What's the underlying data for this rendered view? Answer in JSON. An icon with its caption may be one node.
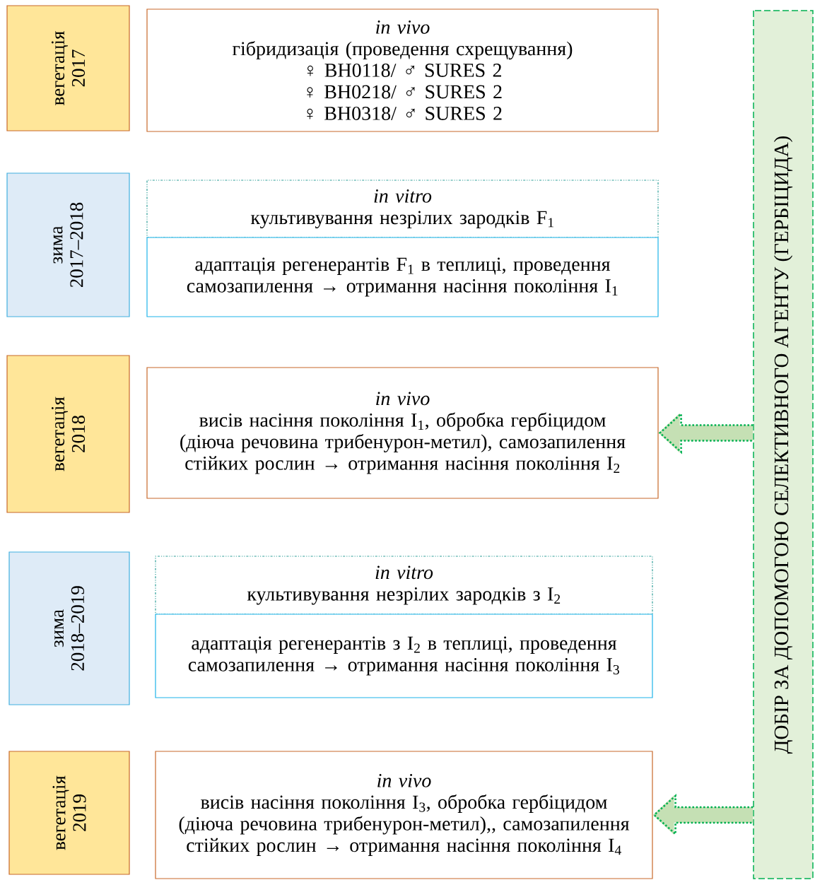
{
  "diagram": {
    "nodes": [
      {
        "text": [
          "вегетація 2017"
        ]
      },
      {
        "text": [
          "in vivo",
          "гібридизація (проведення схрещування)",
          "♀ BH0118/ ♂ SURES 2",
          "♀ BH0218/ ♂ SURES 2",
          "♀ BH0318/ ♂ SURES 2"
        ]
      },
      {
        "text": [
          "зима 2017–2018"
        ]
      },
      {
        "text": [
          "in vitro",
          "культивування незрілих зародків  F$_{1}$"
        ]
      },
      {
        "text": [
          "адаптація регенерантів F$_{1}$ в теплиці, проведення самозапилення → отримання насіння покоління I$_{1}$"
        ]
      },
      {
        "text": [
          "вегетація 2018"
        ]
      },
      {
        "text": [
          "in vivo",
          "висів насіння покоління I$_{1}$, обробка гербіцидом (діюча речовина трибенурон-метил), самозапилення стійких рослин → отримання насіння покоління I$_{2}$"
        ]
      },
      {
        "text": [
          "зима 2018–2019"
        ]
      },
      {
        "text": [
          "in vitro",
          "культивування незрілих зародків з I$_{2}$"
        ]
      },
      {
        "text": [
          "адаптація регенерантів з I$_{2}$ в теплиці, проведення самозапилення → отримання насіння покоління I$_{3}$"
        ]
      },
      {
        "text": [
          "вегетація 2019"
        ]
      },
      {
        "text": [
          "in vivo",
          "висів насіння покоління I$_{3}$, обробка гербіцидом (діюча речовина трибенурон-метил),, самозапилення стійких рослин → отримання насіння покоління I$_{4}$"
        ]
      },
      {
        "text": [
          "ДОБІР ЗА ДОПОМОГОЮ СЕЛЕКТИВНОГО АГЕНТУ (ГЕРБІЦИДА)"
        ]
      }
    ],
    "edges": [
      {
        "from": 12,
        "to": 6,
        "arrow": "to"
      },
      {
        "from": 12,
        "to": 11,
        "arrow": "to"
      }
    ]
  }
}
